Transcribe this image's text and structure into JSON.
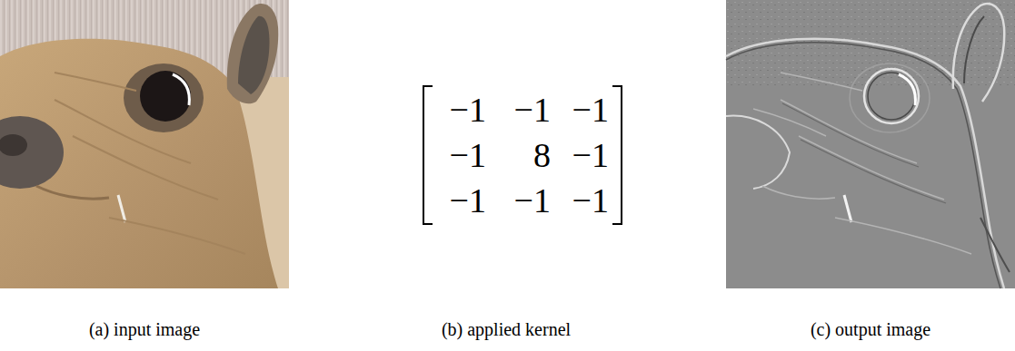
{
  "diagram": {
    "labels": [
      "(a) input image",
      "−1",
      "−1",
      "−1",
      "−1",
      "8",
      "−1",
      "−1",
      "−1",
      "−1",
      "(b) applied kernel",
      "(c) output image"
    ]
  }
}
